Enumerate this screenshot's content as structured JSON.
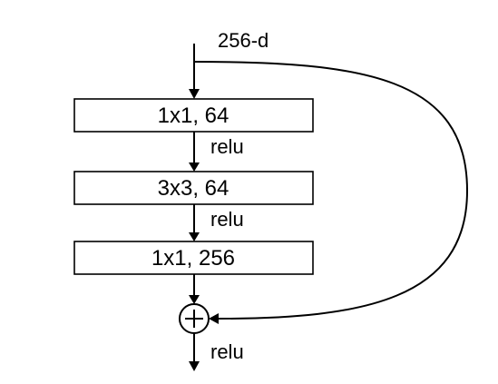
{
  "input_label": "256-d",
  "layers": [
    {
      "label": "1x1, 64"
    },
    {
      "label": "3x3, 64"
    },
    {
      "label": "1x1, 256"
    }
  ],
  "activation_labels": [
    "relu",
    "relu",
    "relu"
  ],
  "add_symbol": "+"
}
